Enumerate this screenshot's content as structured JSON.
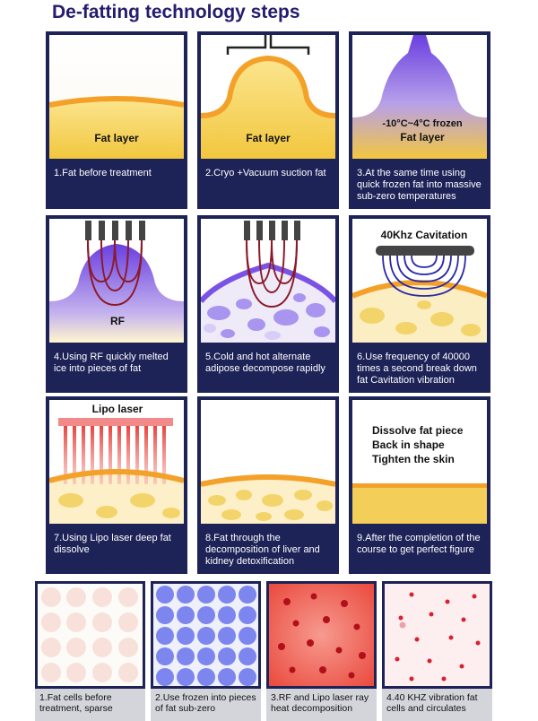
{
  "header": {
    "title": "De-fatting technology steps"
  },
  "colors": {
    "navy": "#1d2257",
    "fat": "#f3cf5a",
    "orange": "#f4a12a",
    "purple": "#7a52e6",
    "red": "#e8413a"
  },
  "steps": [
    {
      "caption": "1.Fat before treatment",
      "label": "Fat layer"
    },
    {
      "caption": "2.Cryo +Vacuum suction fat",
      "label": "Fat layer"
    },
    {
      "caption": "3.At the same time using quick frozen fat into massive sub-zero temperatures",
      "label_top": "-10°C~4°C frozen",
      "label": "Fat layer"
    },
    {
      "caption": "4.Using RF quickly melted ice into pieces of fat",
      "label": "RF"
    },
    {
      "caption": "5.Cold and hot alternate adipose decompose rapidly"
    },
    {
      "caption": "6.Use frequency of 40000 times a second break down fat Cavitation vibration",
      "label": "40Khz Cavitation"
    },
    {
      "caption": "7.Using Lipo laser deep fat dissolve",
      "label": "Lipo laser"
    },
    {
      "caption": "8.Fat through the decomposition of liver and kidney detoxification"
    },
    {
      "caption": "9.After the completion of the course to get perfect figure",
      "lines": [
        "Dissolve fat piece",
        "Back in shape",
        "Tighten the skin"
      ]
    }
  ],
  "cells": [
    {
      "caption": "1.Fat cells before treatment, sparse"
    },
    {
      "caption": "2.Use frozen into pieces of fat sub-zero"
    },
    {
      "caption": "3.RF  and Lipo laser ray heat decomposition"
    },
    {
      "caption": "4.40 KHZ vibration fat cells and circulates"
    }
  ]
}
